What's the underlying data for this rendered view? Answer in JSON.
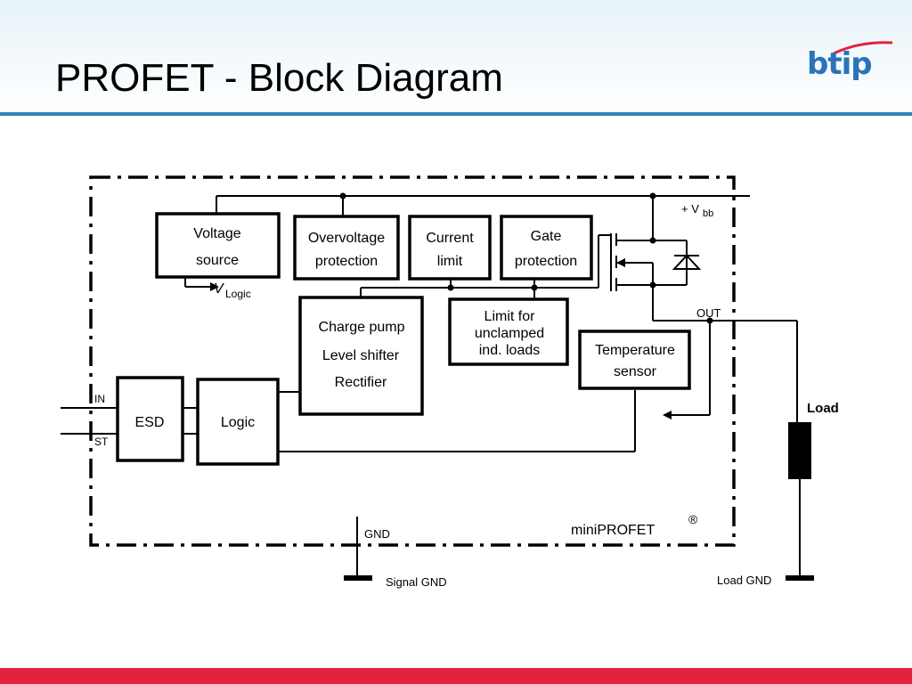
{
  "slide": {
    "title": "PROFET - Block Diagram",
    "logo_text": "btip",
    "accent_color": "#2a86b4",
    "footer_color": "#e2233f",
    "logo_color": "#2a73b8"
  },
  "diagram": {
    "blocks": {
      "voltage_source": [
        "Voltage",
        "source"
      ],
      "overvoltage": [
        "Overvoltage",
        "protection"
      ],
      "current_limit": [
        "Current",
        "limit"
      ],
      "gate_protection": [
        "Gate",
        "protection"
      ],
      "charge_pump": [
        "Charge pump",
        "Level shifter",
        "Rectifier"
      ],
      "limit_unclamped": [
        "Limit for",
        "unclamped",
        "ind. loads"
      ],
      "temperature_sensor": [
        "Temperature",
        "sensor"
      ],
      "esd": "ESD",
      "logic": "Logic"
    },
    "labels": {
      "vlogic_v": "V",
      "vlogic_sub": "Logic",
      "vbb_prefix": "+ V",
      "vbb_sub": "bb",
      "out": "OUT",
      "in": "IN",
      "st": "ST",
      "gnd": "GND",
      "signal_gnd": "Signal GND",
      "load": "Load",
      "load_gnd": "Load GND",
      "miniprofet": "miniPROFET",
      "registered": "®"
    }
  }
}
